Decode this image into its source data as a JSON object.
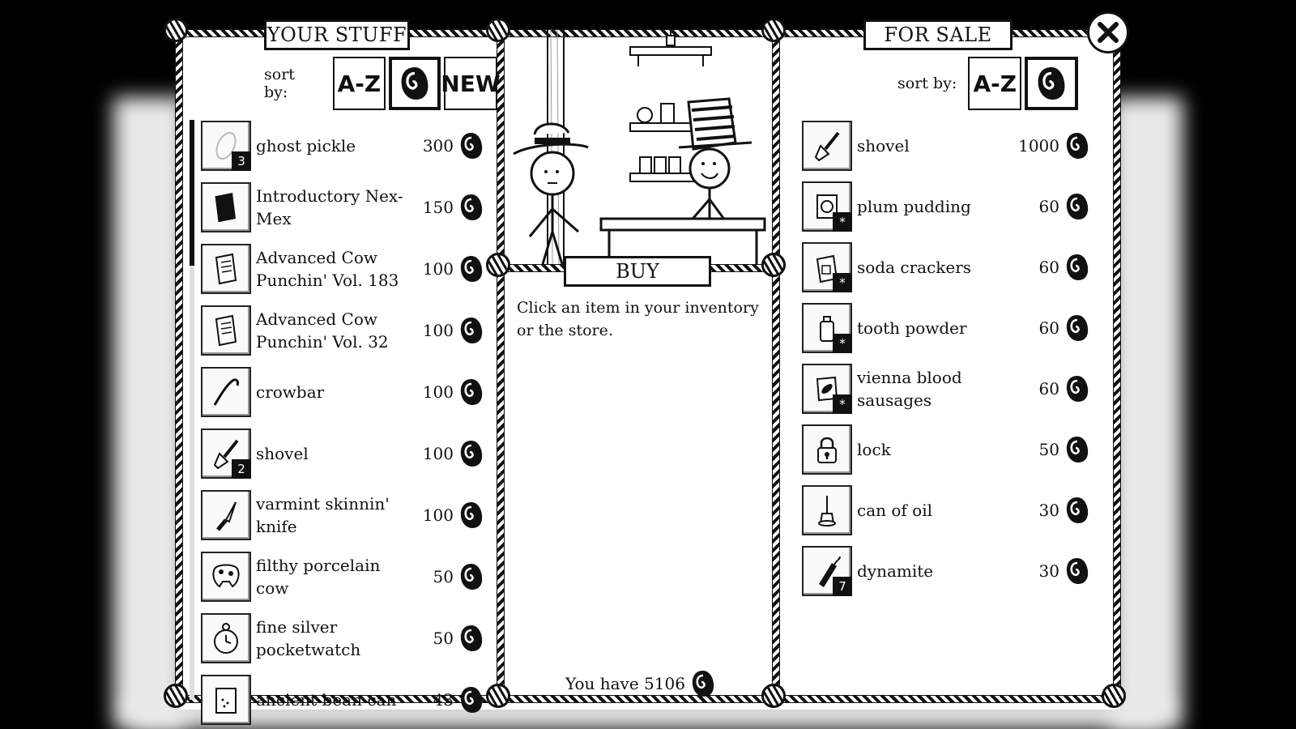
{
  "left_panel": {
    "title": "YOUR STUFF",
    "sort_label": "sort by:",
    "sort_options": [
      "A-Z",
      "NEW"
    ],
    "items": [
      {
        "name": "ghost pickle",
        "price": "300",
        "badge": "3",
        "icon": "ghost-pickle-icon"
      },
      {
        "name": "Introductory Nex-Mex",
        "price": "150",
        "badge": "",
        "icon": "book-icon"
      },
      {
        "name": "Advanced Cow Punchin' Vol. 183",
        "price": "100",
        "badge": "",
        "icon": "book-icon"
      },
      {
        "name": "Advanced Cow Punchin' Vol. 32",
        "price": "100",
        "badge": "",
        "icon": "book-icon"
      },
      {
        "name": "crowbar",
        "price": "100",
        "badge": "",
        "icon": "crowbar-icon"
      },
      {
        "name": "shovel",
        "price": "100",
        "badge": "2",
        "icon": "shovel-icon"
      },
      {
        "name": "varmint skinnin' knife",
        "price": "100",
        "badge": "",
        "icon": "knife-icon"
      },
      {
        "name": "filthy porcelain cow",
        "price": "50",
        "badge": "",
        "icon": "porcelain-cow-icon"
      },
      {
        "name": "fine silver pocketwatch",
        "price": "50",
        "badge": "",
        "icon": "pocketwatch-icon"
      },
      {
        "name": "ancient bean can",
        "price": "43",
        "badge": "",
        "icon": "bean-can-icon"
      }
    ]
  },
  "center_panel": {
    "buy_label": "BUY",
    "instructions": "Click an item in your inventory or the store.",
    "wallet_text": "You have 5106"
  },
  "right_panel": {
    "title": "FOR SALE",
    "sort_label": "sort by:",
    "sort_options": [
      "A-Z"
    ],
    "items": [
      {
        "name": "shovel",
        "price": "1000",
        "badge": "",
        "icon": "shovel-icon"
      },
      {
        "name": "plum pudding",
        "price": "60",
        "badge": "*",
        "icon": "plum-pudding-icon"
      },
      {
        "name": "soda crackers",
        "price": "60",
        "badge": "*",
        "icon": "soda-crackers-icon"
      },
      {
        "name": "tooth powder",
        "price": "60",
        "badge": "*",
        "icon": "tooth-powder-icon"
      },
      {
        "name": "vienna blood sausages",
        "price": "60",
        "badge": "*",
        "icon": "sausage-can-icon"
      },
      {
        "name": "lock",
        "price": "50",
        "badge": "",
        "icon": "lock-icon"
      },
      {
        "name": "can of oil",
        "price": "30",
        "badge": "",
        "icon": "oil-can-icon"
      },
      {
        "name": "dynamite",
        "price": "30",
        "badge": "7",
        "icon": "dynamite-icon"
      }
    ]
  },
  "currency_icon": "meat-coin-icon",
  "close_icon": "close-icon"
}
